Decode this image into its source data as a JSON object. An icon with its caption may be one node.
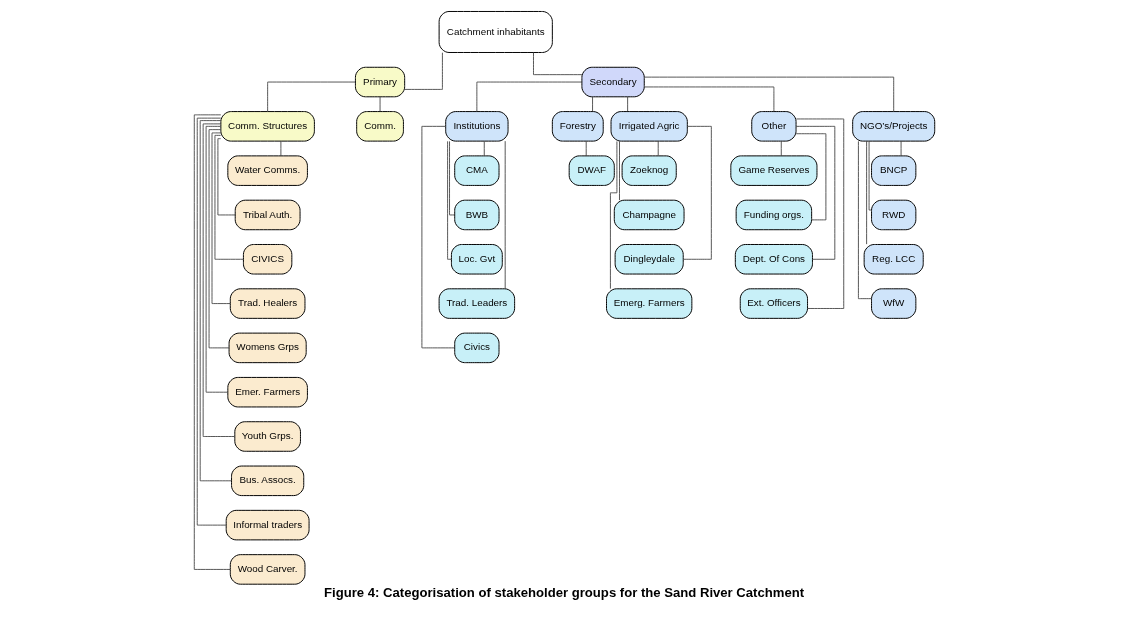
{
  "diagram": {
    "caption": "Figure 4: Categorisation of stakeholder groups for the Sand River Catchment",
    "nodes": [
      {
        "text": [
          "Catchment inhabitants"
        ]
      },
      {
        "text": [
          "Primary"
        ]
      },
      {
        "text": [
          "Secondary"
        ]
      },
      {
        "text": [
          "Comm. Structures"
        ]
      },
      {
        "text": [
          "Comm."
        ]
      },
      {
        "text": [
          "Institutions"
        ]
      },
      {
        "text": [
          "Forestry"
        ]
      },
      {
        "text": [
          "Irrigated Agric"
        ]
      },
      {
        "text": [
          "Other"
        ]
      },
      {
        "text": [
          "NGO’s/Projects"
        ]
      },
      {
        "text": [
          "Water Comms."
        ]
      },
      {
        "text": [
          "Tribal Auth."
        ]
      },
      {
        "text": [
          "CIVICS"
        ]
      },
      {
        "text": [
          "Trad. Healers"
        ]
      },
      {
        "text": [
          "Womens Grps"
        ]
      },
      {
        "text": [
          "Emer. Farmers"
        ]
      },
      {
        "text": [
          "Youth Grps."
        ]
      },
      {
        "text": [
          "Bus. Assocs."
        ]
      },
      {
        "text": [
          "Informal traders"
        ]
      },
      {
        "text": [
          "Wood Carver."
        ]
      },
      {
        "text": [
          "CMA"
        ]
      },
      {
        "text": [
          "BWB"
        ]
      },
      {
        "text": [
          "Loc. Gvt"
        ]
      },
      {
        "text": [
          "Trad. Leaders"
        ]
      },
      {
        "text": [
          "Civics"
        ]
      },
      {
        "text": [
          "DWAF"
        ]
      },
      {
        "text": [
          "Zoeknog"
        ]
      },
      {
        "text": [
          "Champagne"
        ]
      },
      {
        "text": [
          "Dingleydale"
        ]
      },
      {
        "text": [
          "Emerg. Farmers"
        ]
      },
      {
        "text": [
          "Game Reserves"
        ]
      },
      {
        "text": [
          "Funding orgs."
        ]
      },
      {
        "text": [
          "Dept. Of Cons"
        ]
      },
      {
        "text": [
          "Ext. Officers"
        ]
      },
      {
        "text": [
          "BNCP"
        ]
      },
      {
        "text": [
          "RWD"
        ]
      },
      {
        "text": [
          "Reg. LCC"
        ]
      },
      {
        "text": [
          "WfW"
        ]
      }
    ],
    "edges": [
      {
        "from": 0,
        "to": 1,
        "arrow": "none"
      },
      {
        "from": 0,
        "to": 2,
        "arrow": "none"
      },
      {
        "from": 1,
        "to": 3,
        "arrow": "none"
      },
      {
        "from": 1,
        "to": 4,
        "arrow": "none"
      },
      {
        "from": 2,
        "to": 5,
        "arrow": "none"
      },
      {
        "from": 2,
        "to": 6,
        "arrow": "none"
      },
      {
        "from": 2,
        "to": 7,
        "arrow": "none"
      },
      {
        "from": 2,
        "to": 8,
        "arrow": "none"
      },
      {
        "from": 2,
        "to": 9,
        "arrow": "none"
      },
      {
        "from": 3,
        "to": 10,
        "arrow": "none"
      },
      {
        "from": 3,
        "to": 11,
        "arrow": "none"
      },
      {
        "from": 3,
        "to": 12,
        "arrow": "none"
      },
      {
        "from": 3,
        "to": 13,
        "arrow": "none"
      },
      {
        "from": 3,
        "to": 14,
        "arrow": "none"
      },
      {
        "from": 3,
        "to": 15,
        "arrow": "none"
      },
      {
        "from": 3,
        "to": 16,
        "arrow": "none"
      },
      {
        "from": 3,
        "to": 17,
        "arrow": "none"
      },
      {
        "from": 3,
        "to": 18,
        "arrow": "none"
      },
      {
        "from": 3,
        "to": 19,
        "arrow": "none"
      },
      {
        "from": 5,
        "to": 20,
        "arrow": "none"
      },
      {
        "from": 5,
        "to": 21,
        "arrow": "none"
      },
      {
        "from": 5,
        "to": 22,
        "arrow": "none"
      },
      {
        "from": 5,
        "to": 23,
        "arrow": "none"
      },
      {
        "from": 5,
        "to": 24,
        "arrow": "none"
      },
      {
        "from": 6,
        "to": 25,
        "arrow": "none"
      },
      {
        "from": 7,
        "to": 26,
        "arrow": "none"
      },
      {
        "from": 7,
        "to": 27,
        "arrow": "none"
      },
      {
        "from": 7,
        "to": 28,
        "arrow": "none"
      },
      {
        "from": 7,
        "to": 29,
        "arrow": "none"
      },
      {
        "from": 8,
        "to": 30,
        "arrow": "none"
      },
      {
        "from": 8,
        "to": 31,
        "arrow": "none"
      },
      {
        "from": 8,
        "to": 32,
        "arrow": "none"
      },
      {
        "from": 8,
        "to": 33,
        "arrow": "none"
      },
      {
        "from": 9,
        "to": 34,
        "arrow": "none"
      },
      {
        "from": 9,
        "to": 35,
        "arrow": "none"
      },
      {
        "from": 9,
        "to": 36,
        "arrow": "none"
      },
      {
        "from": 9,
        "to": 37,
        "arrow": "none"
      }
    ]
  }
}
